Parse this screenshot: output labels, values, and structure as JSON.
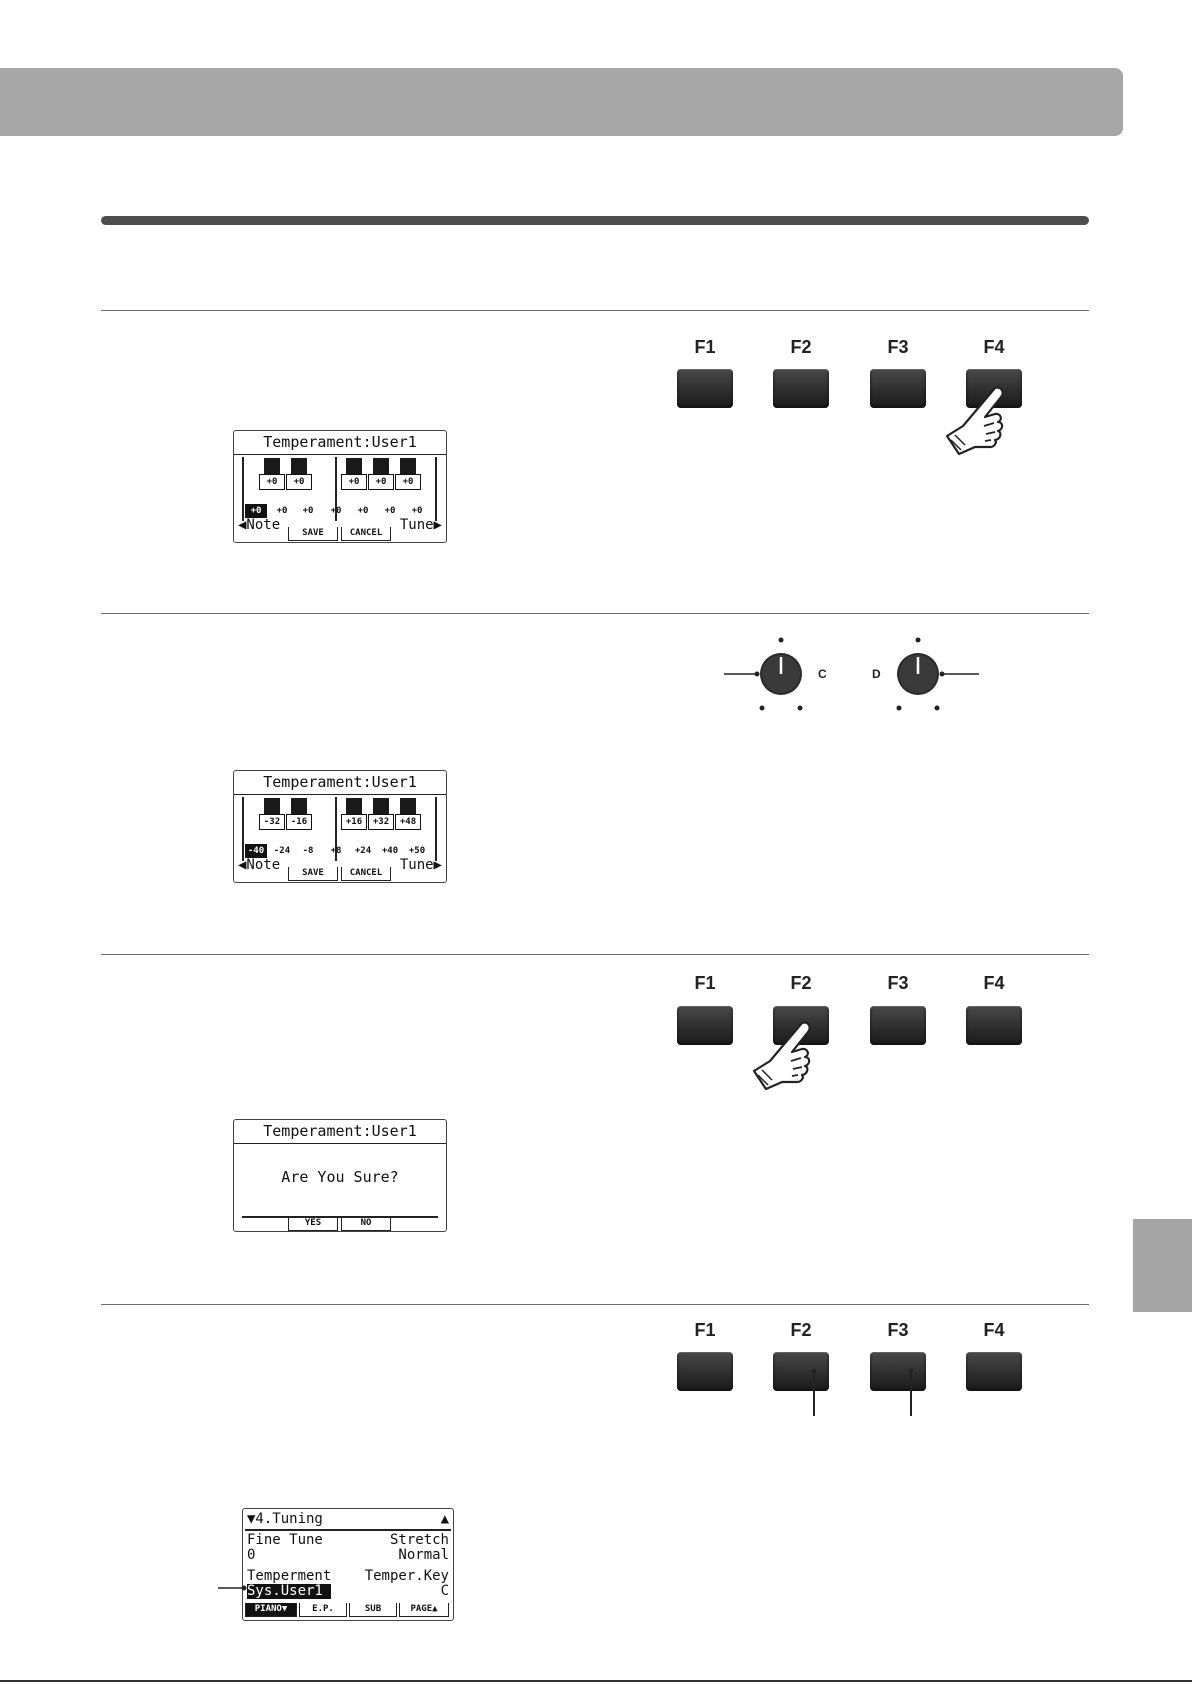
{
  "page": {
    "colors": {
      "header_bar": "#a7a7a7",
      "rule": "#4d4d4d",
      "button": "#2b2b2b",
      "side_tab": "#a5a5a5"
    }
  },
  "function_keys": [
    "F1",
    "F2",
    "F3",
    "F4"
  ],
  "knobs": {
    "left_label": "C",
    "right_label": "D"
  },
  "screen1": {
    "title": "Temperament:User1",
    "cents": [
      "+0",
      "+0",
      "+0",
      "+0",
      "+0"
    ],
    "cells": [
      "+0",
      "+0",
      "+0",
      "+0",
      "+0",
      "+0",
      "+0"
    ],
    "left": "◀Note",
    "right": "Tune▶",
    "fn": [
      "SAVE",
      "CANCEL"
    ]
  },
  "screen2": {
    "title": "Temperament:User1",
    "cents": [
      "-32",
      "-16",
      "+16",
      "+32",
      "+48"
    ],
    "cells": [
      "-40",
      "-24",
      "-8",
      "+8",
      "+24",
      "+40",
      "+50"
    ],
    "left": "◀Note",
    "right": "Tune▶",
    "fn": [
      "SAVE",
      "CANCEL"
    ]
  },
  "screen3": {
    "title": "Temperament:User1",
    "message": "Are You Sure?",
    "fn": [
      "YES",
      "NO"
    ]
  },
  "screen4": {
    "title": "▼4.Tuning",
    "up_arrow": "▲",
    "row1_left": "Fine Tune",
    "row1_right": "Stretch",
    "row2_left": "0",
    "row2_right": "Normal",
    "row3_left": "Temperment",
    "row3_right": "Temper.Key",
    "row4_left": "Sys.User1",
    "row4_right": "C",
    "fn": [
      "PIANO▼",
      "E.P.",
      "SUB",
      "PAGE▲"
    ]
  }
}
